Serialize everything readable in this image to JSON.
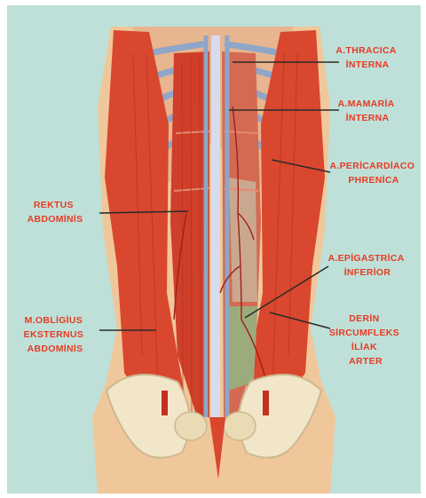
{
  "colors": {
    "background": "#bfe0d8",
    "muscle": "#d9472e",
    "skin": "#f0c79a",
    "vessel": "#8ea6c9",
    "label": "#e83a24"
  },
  "labels": {
    "thoracica": [
      "A.THRACICA",
      "İNTERNA"
    ],
    "mamaria": [
      "A.MAMARİA",
      "İNTERNA"
    ],
    "pericardiaco": [
      "A.PERİCARDİACO",
      "PHRENİCA"
    ],
    "rektus": [
      "REKTUS",
      "ABDOMİNİS"
    ],
    "epigastrica": [
      "A.EPİGASTRİCA",
      "İNFERİOR"
    ],
    "obliqius": [
      "M.OBLİGİUS",
      "EKSTERNUS",
      "ABDOMİNİS"
    ],
    "derin": [
      "DERİN",
      "SİRCUMFLEKS",
      "İLİAK",
      "ARTER"
    ]
  }
}
